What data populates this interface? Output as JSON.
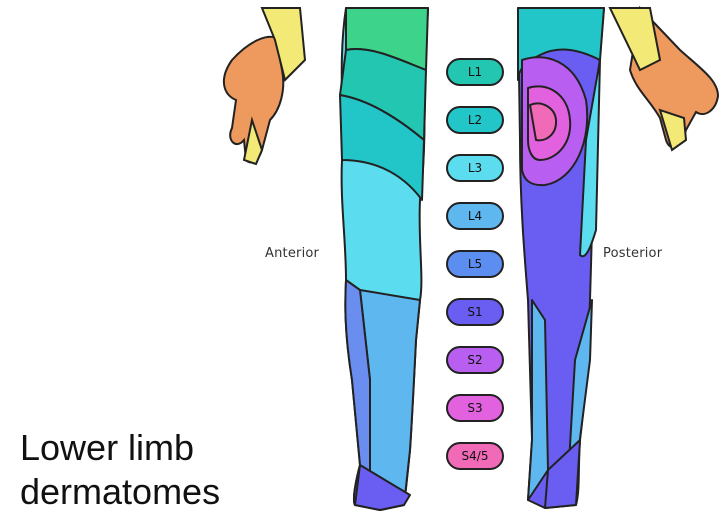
{
  "labels": {
    "anterior": "Anterior",
    "posterior": "Posterior"
  },
  "caption": {
    "line1": "Lower limb",
    "line2": "dermatomes"
  },
  "legend": [
    {
      "label": "L1",
      "color": "#22c6b1"
    },
    {
      "label": "L2",
      "color": "#22c6c9"
    },
    {
      "label": "L3",
      "color": "#5cdcef"
    },
    {
      "label": "L4",
      "color": "#5fb7f0"
    },
    {
      "label": "L5",
      "color": "#5b8ef0"
    },
    {
      "label": "S1",
      "color": "#6a5ef2"
    },
    {
      "label": "S2",
      "color": "#b85ef0"
    },
    {
      "label": "S3",
      "color": "#e261de"
    },
    {
      "label": "S4/5",
      "color": "#f06ab8"
    }
  ]
}
